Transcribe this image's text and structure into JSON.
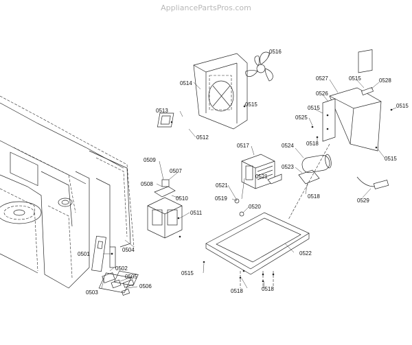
{
  "watermark": "AppliancePartsPros.com",
  "callouts": {
    "c0501": "0501",
    "c0502": "0502",
    "c0503": "0503",
    "c0504": "0504",
    "c0505": "0505",
    "c0506": "0506",
    "c0507": "0507",
    "c0508": "0508",
    "c0509": "0509",
    "c0510": "0510",
    "c0511": "0511",
    "c0512": "0512",
    "c0513": "0513",
    "c0514": "0514",
    "c0515": "0515",
    "c0516": "0516",
    "c0517": "0517",
    "c0518": "0518",
    "c0519": "0519",
    "c0520": "0520",
    "c0521": "0521",
    "c0522": "0522",
    "c0523": "0523",
    "c0524": "0524",
    "c0525": "0525",
    "c0526": "0526",
    "c0527": "0527",
    "c0528": "0528",
    "c0529": "0529"
  }
}
